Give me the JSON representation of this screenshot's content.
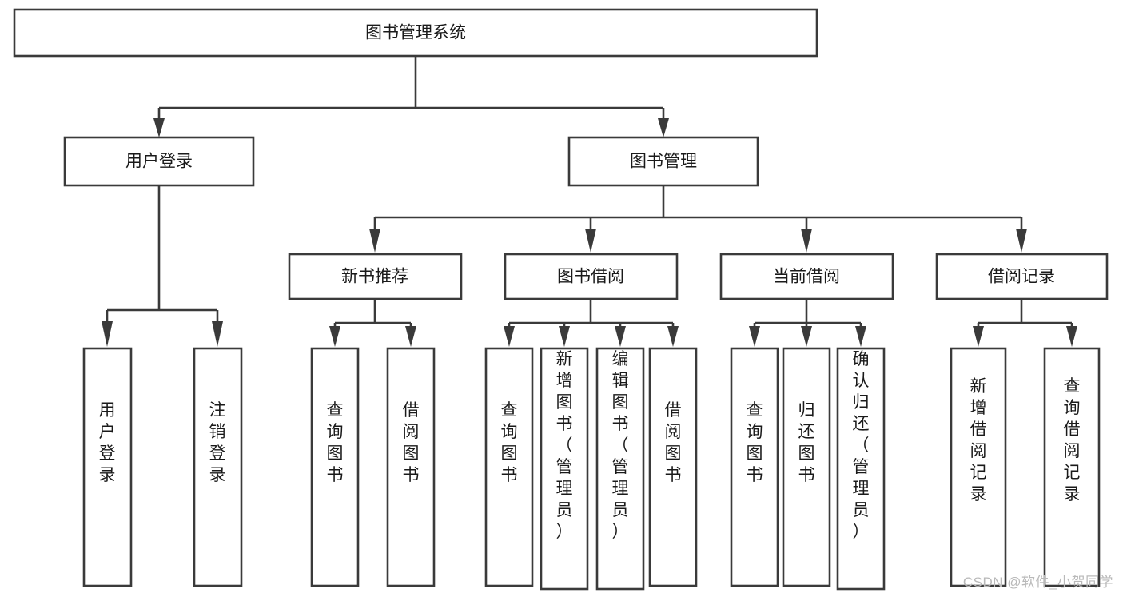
{
  "diagram": {
    "type": "tree-hierarchy",
    "title": "图书管理系统",
    "orientation": "top-down",
    "background_color": "#ffffff",
    "node_fill": "#ffffff",
    "node_stroke": "#3a3a3a",
    "text_color": "#1a1a1a",
    "levels": [
      {
        "level": 1,
        "nodes": [
          {
            "id": "root",
            "label": "图书管理系统",
            "text_orientation": "horizontal"
          }
        ]
      },
      {
        "level": 2,
        "nodes": [
          {
            "id": "user-login",
            "label": "用户登录",
            "text_orientation": "horizontal",
            "parent": "root"
          },
          {
            "id": "book-manage",
            "label": "图书管理",
            "text_orientation": "horizontal",
            "parent": "root"
          }
        ]
      },
      {
        "level": 3,
        "nodes": [
          {
            "id": "new-book-rec",
            "label": "新书推荐",
            "text_orientation": "horizontal",
            "parent": "book-manage"
          },
          {
            "id": "book-borrow",
            "label": "图书借阅",
            "text_orientation": "horizontal",
            "parent": "book-manage"
          },
          {
            "id": "current-borrow",
            "label": "当前借阅",
            "text_orientation": "horizontal",
            "parent": "book-manage"
          },
          {
            "id": "borrow-record",
            "label": "借阅记录",
            "text_orientation": "horizontal",
            "parent": "book-manage"
          }
        ]
      },
      {
        "level": 4,
        "nodes": [
          {
            "id": "leaf-user-login",
            "label": "用户登录",
            "text_orientation": "vertical",
            "parent": "user-login"
          },
          {
            "id": "leaf-user-logout",
            "label": "注销登录",
            "text_orientation": "vertical",
            "parent": "user-login"
          },
          {
            "id": "leaf-query-book-1",
            "label": "查询图书",
            "text_orientation": "vertical",
            "parent": "new-book-rec"
          },
          {
            "id": "leaf-borrow-book-1",
            "label": "借阅图书",
            "text_orientation": "vertical",
            "parent": "new-book-rec"
          },
          {
            "id": "leaf-query-book-2",
            "label": "查询图书",
            "text_orientation": "vertical",
            "parent": "book-borrow"
          },
          {
            "id": "leaf-add-book",
            "label": "新增图书（管理员）",
            "text_orientation": "vertical",
            "parent": "book-borrow"
          },
          {
            "id": "leaf-edit-book",
            "label": "编辑图书（管理员）",
            "text_orientation": "vertical",
            "parent": "book-borrow"
          },
          {
            "id": "leaf-borrow-book-2",
            "label": "借阅图书",
            "text_orientation": "vertical",
            "parent": "book-borrow"
          },
          {
            "id": "leaf-query-book-3",
            "label": "查询图书",
            "text_orientation": "vertical",
            "parent": "current-borrow"
          },
          {
            "id": "leaf-return-book",
            "label": "归还图书",
            "text_orientation": "vertical",
            "parent": "current-borrow"
          },
          {
            "id": "leaf-confirm-return",
            "label": "确认归还（管理员）",
            "text_orientation": "vertical",
            "parent": "current-borrow"
          },
          {
            "id": "leaf-add-record",
            "label": "新增借阅记录",
            "text_orientation": "vertical",
            "parent": "borrow-record"
          },
          {
            "id": "leaf-query-record",
            "label": "查询借阅记录",
            "text_orientation": "vertical",
            "parent": "borrow-record"
          }
        ]
      }
    ]
  },
  "watermark": {
    "text": "CSDN @软件_小贺同学",
    "color": "#b9b9b9"
  }
}
